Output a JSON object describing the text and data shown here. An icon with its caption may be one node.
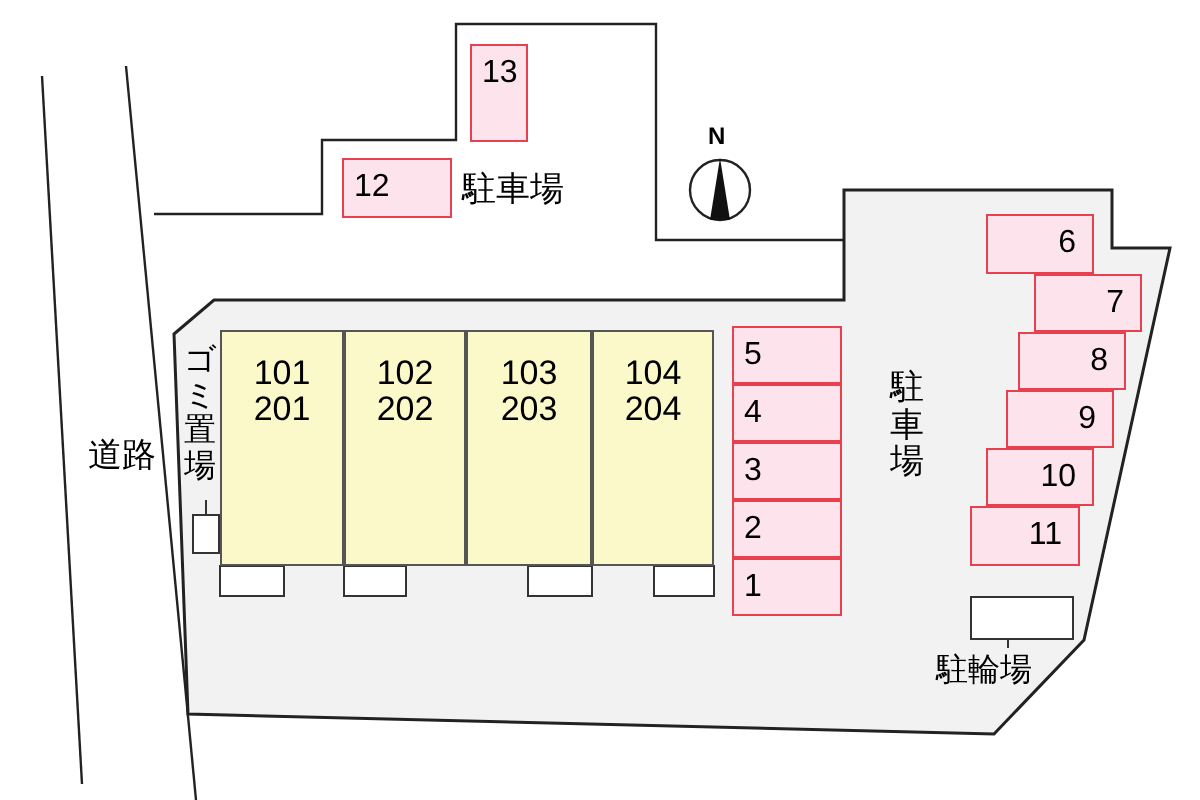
{
  "diagram": {
    "nodes": [
      {
        "text": [
          "101 201"
        ]
      },
      {
        "text": [
          "102 202"
        ]
      },
      {
        "text": [
          "103 203"
        ]
      },
      {
        "text": [
          "104 204"
        ]
      },
      {
        "text": [
          "13"
        ]
      },
      {
        "text": [
          "12"
        ]
      },
      {
        "text": [
          "6"
        ]
      },
      {
        "text": [
          "7"
        ]
      },
      {
        "text": [
          "8"
        ]
      },
      {
        "text": [
          "9"
        ]
      },
      {
        "text": [
          "10"
        ]
      },
      {
        "text": [
          "11"
        ]
      },
      {
        "text": [
          "5"
        ]
      },
      {
        "text": [
          "4"
        ]
      },
      {
        "text": [
          "3"
        ]
      },
      {
        "text": [
          "2"
        ]
      },
      {
        "text": [
          "1"
        ]
      },
      {
        "text": [
          "ゴミ置場"
        ]
      },
      {
        "text": [],
        "shape": "box"
      },
      {
        "text": [
          "駐輪場"
        ]
      },
      {
        "text": [],
        "shape": "box"
      }
    ],
    "edges": [
      {
        "from": 17,
        "to": 18,
        "arrow": "none"
      },
      {
        "from": 19,
        "to": 20,
        "arrow": "none"
      }
    ],
    "labels": [
      "駐車場",
      "N",
      "道路",
      "駐車場"
    ]
  }
}
